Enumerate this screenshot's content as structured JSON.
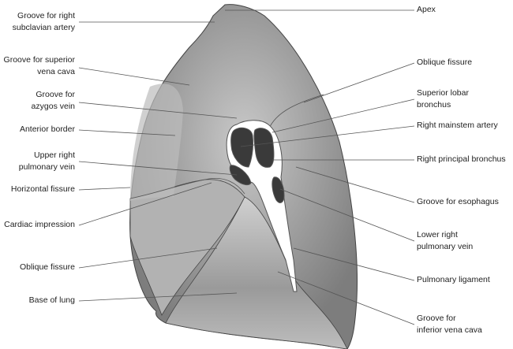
{
  "left_labels": [
    {
      "line1": "Groove for right",
      "line2": "subclavian artery"
    },
    {
      "line1": "Groove for superior",
      "line2": "vena cava"
    },
    {
      "line1": "Groove for",
      "line2": "azygos vein"
    },
    {
      "line1": "Anterior border",
      "line2": ""
    },
    {
      "line1": "Upper right",
      "line2": "pulmonary vein"
    },
    {
      "line1": "Horizontal fissure",
      "line2": ""
    },
    {
      "line1": "Cardiac impression",
      "line2": ""
    },
    {
      "line1": "Oblique fissure",
      "line2": ""
    },
    {
      "line1": "Base of lung",
      "line2": ""
    }
  ],
  "right_labels": [
    {
      "line1": "Apex",
      "line2": ""
    },
    {
      "line1": "Oblique fissure",
      "line2": ""
    },
    {
      "line1": "Superior lobar",
      "line2": "bronchus"
    },
    {
      "line1": "Right mainstem artery",
      "line2": ""
    },
    {
      "line1": "Right principal bronchus",
      "line2": ""
    },
    {
      "line1": "Groove for esophagus",
      "line2": ""
    },
    {
      "line1": "Lower right",
      "line2": "pulmonary vein"
    },
    {
      "line1": "Pulmonary ligament",
      "line2": ""
    },
    {
      "line1": "Groove for",
      "line2": "inferior vena cava"
    }
  ],
  "colors": {
    "lung": "#8f8f8f",
    "lung_light": "#c9c9c9",
    "lines": "#555555"
  }
}
